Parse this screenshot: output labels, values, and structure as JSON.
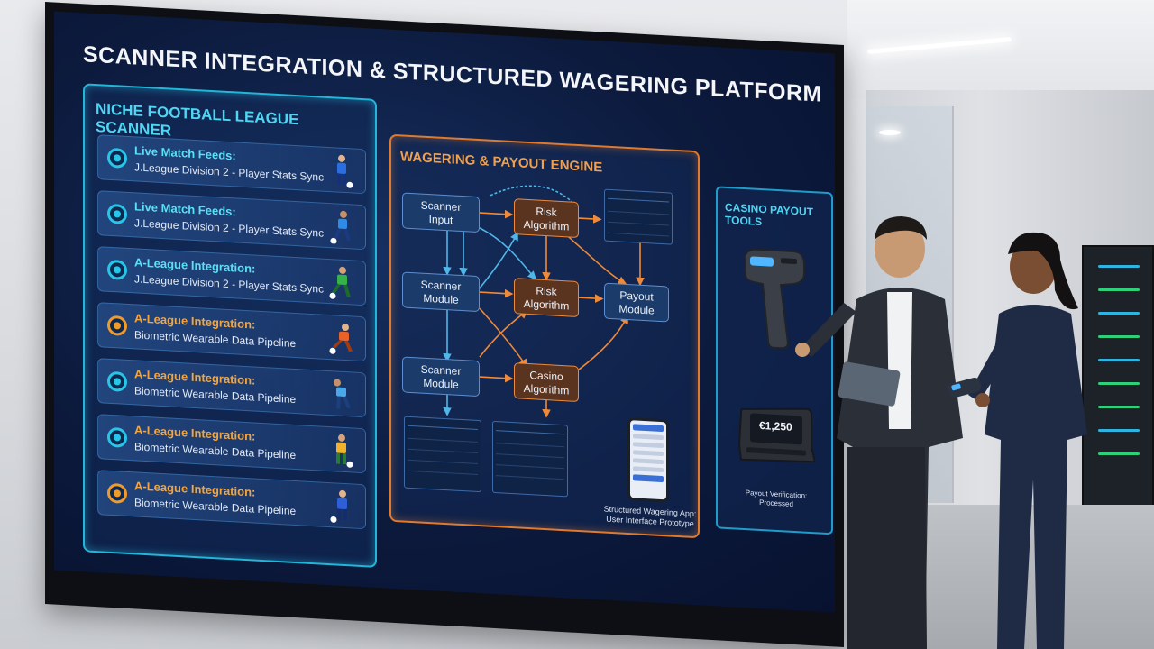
{
  "title": "SCANNER INTEGRATION & STRUCTURED WAGERING PLATFORM",
  "league_panel": {
    "title": "NICHE FOOTBALL LEAGUE SCANNER",
    "items": [
      {
        "title": "Live Match Feeds:",
        "subtitle": "J.League Division 2 - Player Stats Sync",
        "accent": "cyan"
      },
      {
        "title": "Live Match Feeds:",
        "subtitle": "J.League Division 2 - Player Stats Sync",
        "accent": "cyan"
      },
      {
        "title": "A-League Integration:",
        "subtitle": "J.League Division 2 - Player Stats Sync",
        "accent": "cyan"
      },
      {
        "title": "A-League Integration:",
        "subtitle": "Biometric Wearable Data Pipeline",
        "accent": "orange"
      },
      {
        "title": "A-League Integration:",
        "subtitle": "Biometric Wearable Data Pipeline",
        "accent": "cyan"
      },
      {
        "title": "A-League Integration:",
        "subtitle": "Biometric Wearable Data Pipeline",
        "accent": "cyan"
      },
      {
        "title": "A-League Integration:",
        "subtitle": "Biometric Wearable Data Pipeline",
        "accent": "orange"
      }
    ]
  },
  "engine_panel": {
    "title": "WAGERING & PAYOUT ENGINE",
    "nodes": {
      "scanner_input": "Scanner\nInput",
      "risk_algorithm_1": "Risk\nAlgorithm",
      "scanner_module_1": "Scanner\nModule",
      "risk_algorithm_2": "Risk\nAlgorithm",
      "payout_module": "Payout\nModule",
      "scanner_module_2": "Scanner\nModule",
      "casino_algorithm": "Casino\nAlgorithm"
    },
    "app_caption": "Structured Wagering App: User Interface Prototype"
  },
  "casino_panel": {
    "title": "CASINO PAYOUT TOOLS",
    "terminal_amount": "€1,250",
    "status": "Payout Verification: Processed"
  },
  "colors": {
    "cyan": "#27c6e8",
    "orange": "#f09a2c",
    "panel_bg": "#0c1a3d"
  }
}
